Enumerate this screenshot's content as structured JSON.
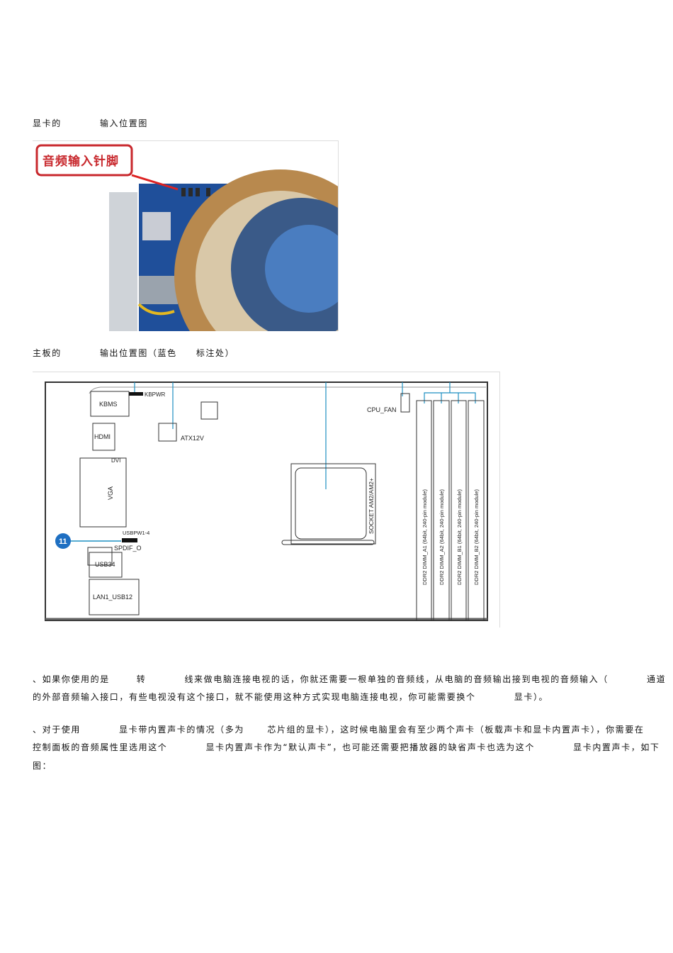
{
  "captions": {
    "gpu_caption": "显卡的          输入位置图",
    "board_caption": "主板的          输出位置图（蓝色     标注处）"
  },
  "photo": {
    "label": "音频输入针脚",
    "label_color": "#c8282d"
  },
  "board": {
    "accent": "#1e8fc2",
    "labels": {
      "kbpwr": "KBPWR",
      "kbms": "KBMS",
      "hdmi": "HDMI",
      "dvi": "DVI",
      "vga": "VGA",
      "atx12v": "ATX12V",
      "cpu_fan": "CPU_FAN",
      "socket": "SOCKET AM2/AM2+",
      "usbpw": "USBPW1-4",
      "spdif": "SPDIF_O",
      "usb34": "USB34",
      "lan": "LAN1_USB12",
      "badge": "11"
    },
    "dimms": [
      "DDR2 DIMM_A1 (64bit, 240-pin module)",
      "DDR2 DIMM_A2 (64bit, 240-pin module)",
      "DDR2 DIMM_B1 (64bit, 240-pin module)",
      "DDR2 DIMM_B2 (64bit, 240-pin module)"
    ]
  },
  "paragraphs": [
    [
      "、如果你使用的是       转          线来做电脑连接电视的话，你就还需要一根单独的音频线，从电脑的音频输出接到电视的音频输入（          通道",
      "的外部音频输入接口，有些电视没有这个接口，就不能使用这种方式实现电脑连接电视，你可能需要换个          显卡）。"
    ],
    [
      "、对于使用          显卡带内置声卡的情况（多为      芯片组的显卡），这时候电脑里会有至少两个声卡（板载声卡和显卡内置声卡），你需要在",
      "控制面板的音频属性里选用这个          显卡内置声卡作为“默认声卡”，也可能还需要把播放器的缺省声卡也选为这个          显卡内置声卡，如下",
      "图："
    ]
  ]
}
